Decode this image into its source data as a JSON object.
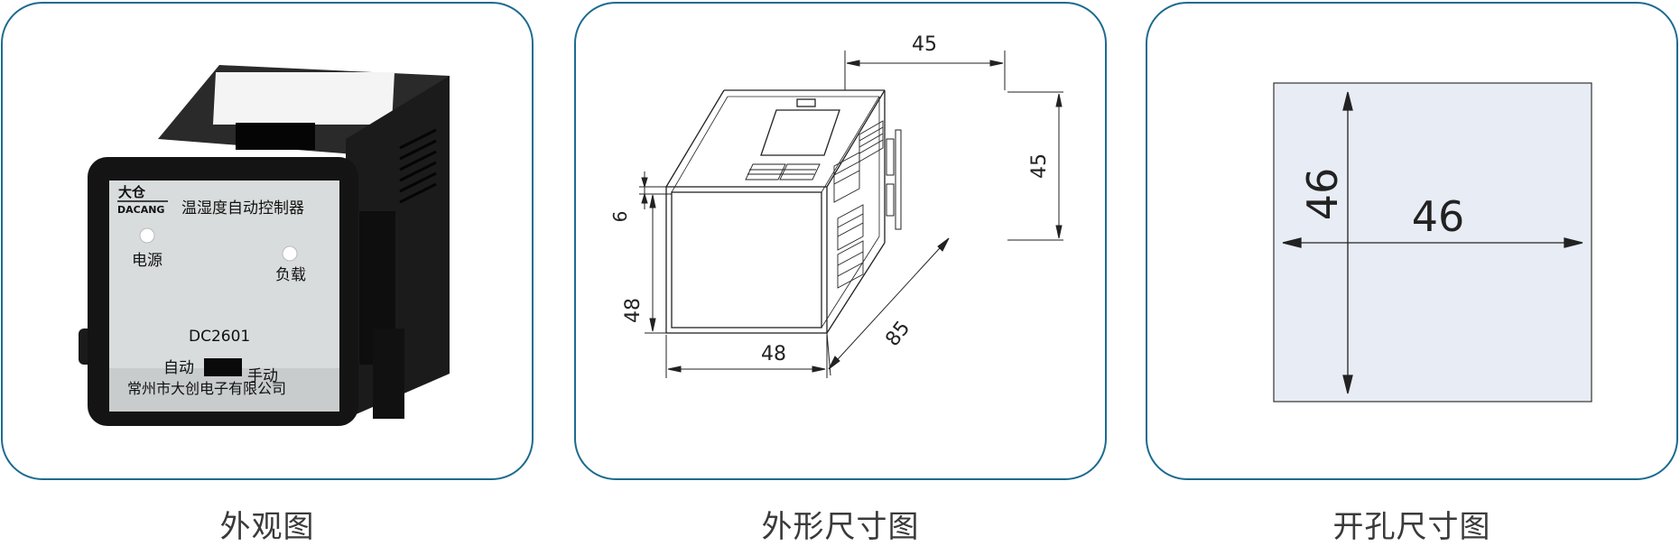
{
  "panels": [
    {
      "caption": "外观图",
      "device": {
        "brand_cn": "大仓",
        "brand_en": "DACANG",
        "title": "温湿度自动控制器",
        "led_power_label": "电源",
        "led_load_label": "负载",
        "model": "DC2601",
        "switch_left_label": "自动",
        "switch_right_label": "手动",
        "company": "常州市大创电子有限公司"
      }
    },
    {
      "caption": "外形尺寸图",
      "dimensions": {
        "width_top": "45",
        "height_side": "45",
        "bezel": "6",
        "front_height": "48",
        "front_width": "48",
        "depth": "85"
      }
    },
    {
      "caption": "开孔尺寸图",
      "dimensions": {
        "height": "46",
        "width": "46"
      }
    }
  ],
  "colors": {
    "panel_border": "#1c6b8f",
    "cutout_fill": "#e8ecf4",
    "device_body": "#161616",
    "device_face": "#d7dada"
  }
}
